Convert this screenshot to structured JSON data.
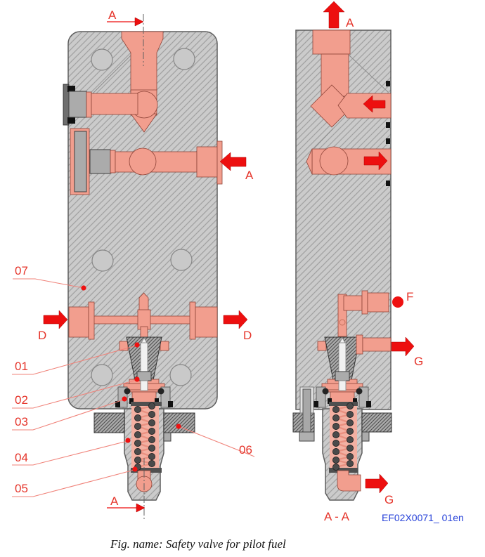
{
  "figure": {
    "caption": "Fig. name: Safety valve for pilot fuel",
    "drawing_code": "EF02X0071_ 01en",
    "section_label": "A - A"
  },
  "labels": {
    "a": "A",
    "d": "D",
    "f": "F",
    "g": "G"
  },
  "callouts": {
    "01": "01",
    "02": "02",
    "03": "03",
    "04": "04",
    "05": "05",
    "06": "06",
    "07": "07"
  },
  "colors": {
    "channel_salmon": "#f29e8e",
    "block_gray": "#cbcbcb",
    "arrow_red": "#ed0f0f",
    "label_red": "#e5342a",
    "code_blue": "#2742d9"
  }
}
